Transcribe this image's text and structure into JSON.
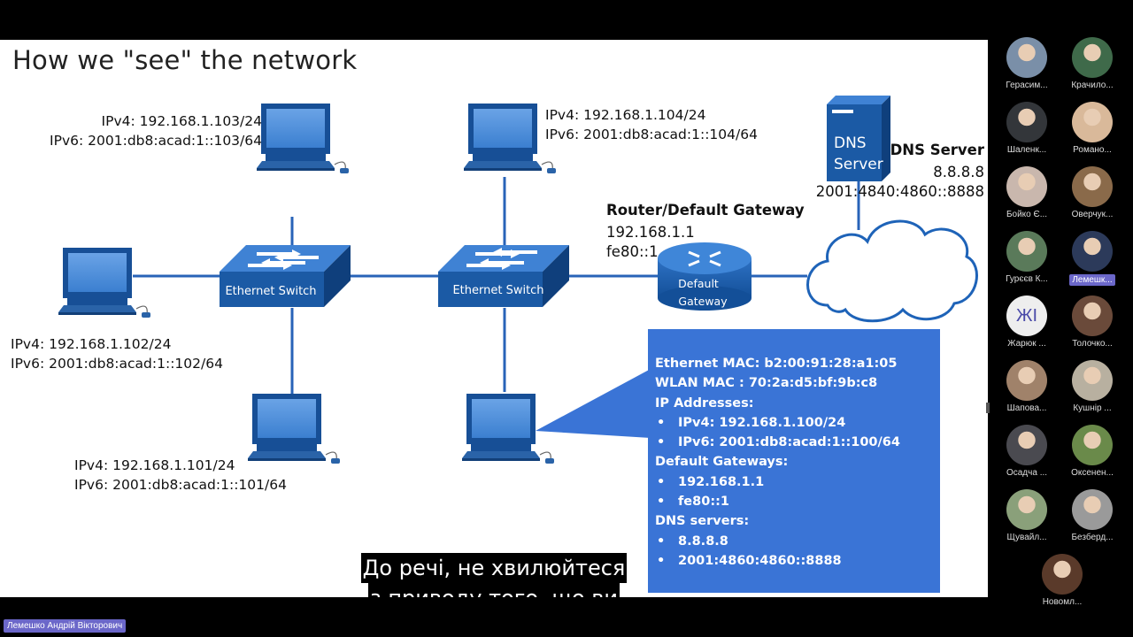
{
  "slide": {
    "title": "How we \"see\" the network",
    "pc_top_left": {
      "ipv4": "IPv4: 192.168.1.103/24",
      "ipv6": "IPv6: 2001:db8:acad:1::103/64"
    },
    "pc_top_right": {
      "ipv4": "IPv4: 192.168.1.104/24",
      "ipv6": "IPv6: 2001:db8:acad:1::104/64"
    },
    "pc_left": {
      "ipv4": "IPv4: 192.168.1.102/24",
      "ipv6": "IPv6: 2001:db8:acad:1::102/64"
    },
    "pc_bottom_left": {
      "ipv4": "IPv4: 192.168.1.101/24",
      "ipv6": "IPv6: 2001:db8:acad:1::101/64"
    },
    "switch_left_label": "Ethernet Switch",
    "switch_right_label": "Ethernet Switch",
    "router": {
      "title": "Router/Default Gateway",
      "ipv4": "192.168.1.1",
      "ipv6": "fe80::1",
      "icon_line1": "Default",
      "icon_line2": "Gateway"
    },
    "dns": {
      "icon_line1": "DNS",
      "icon_line2": "Server",
      "title": "DNS Server",
      "ipv4": "8.8.8.8",
      "ipv6": "2001:4840:4860::8888"
    },
    "info_box": {
      "eth_mac": "Ethernet MAC: b2:00:91:28:a1:05",
      "wlan_mac": "WLAN MAC : 70:2a:d5:bf:9b:c8",
      "ip_header": "IP Addresses:",
      "ip_v4": "IPv4: 192.168.1.100/24",
      "ip_v6": "IPv6: 2001:db8:acad:1::100/64",
      "gw_header": "Default Gateways:",
      "gw_v4": "192.168.1.1",
      "gw_v6": "fe80::1",
      "dns_header": "DNS servers:",
      "dns_v4": "8.8.8.8",
      "dns_v6": "2001:4860:4860::8888"
    }
  },
  "subtitle": {
    "line1": "До речі, не хвилюйтеся",
    "line2": "з приводу того, що ви"
  },
  "participants": [
    {
      "name": "Герасим...",
      "color": "#7a8fa8"
    },
    {
      "name": "Крачило...",
      "color": "#3f6a4a"
    },
    {
      "name": "Шаленк...",
      "color": "#33363a"
    },
    {
      "name": "Романо...",
      "color": "#d9b99a"
    },
    {
      "name": "Бойко Є...",
      "color": "#c9b7ad"
    },
    {
      "name": "Оверчук...",
      "color": "#8a6a4a"
    },
    {
      "name": "Гурєєв К...",
      "color": "#5a7a5a"
    },
    {
      "name": "Лемешк...",
      "color": "#2c3a5a",
      "highlight": true
    },
    {
      "name": "Жарюк ...",
      "initials": "ЖІ"
    },
    {
      "name": "Толочко...",
      "color": "#6a4a3a"
    },
    {
      "name": "Шапова...",
      "color": "#a0826a"
    },
    {
      "name": "Кушнір ...",
      "color": "#b8b0a0"
    },
    {
      "name": "Осадча ...",
      "color": "#4a4a50"
    },
    {
      "name": "Оксенен...",
      "color": "#6a8a4a"
    },
    {
      "name": "Щувайл...",
      "color": "#8aa07a"
    },
    {
      "name": "Безберд...",
      "color": "#9a9a9a"
    },
    {
      "name": "Новомл...",
      "color": "#5a3a2a"
    }
  ],
  "speaker_name": "Лемешко Андрій Вікторович",
  "colors": {
    "device_blue": "#1b5aa5",
    "device_dark": "#0f3f7c",
    "info_box": "#3a74d6",
    "cloud_stroke": "#1e63b8",
    "zoom_purple": "#6b67c9"
  }
}
